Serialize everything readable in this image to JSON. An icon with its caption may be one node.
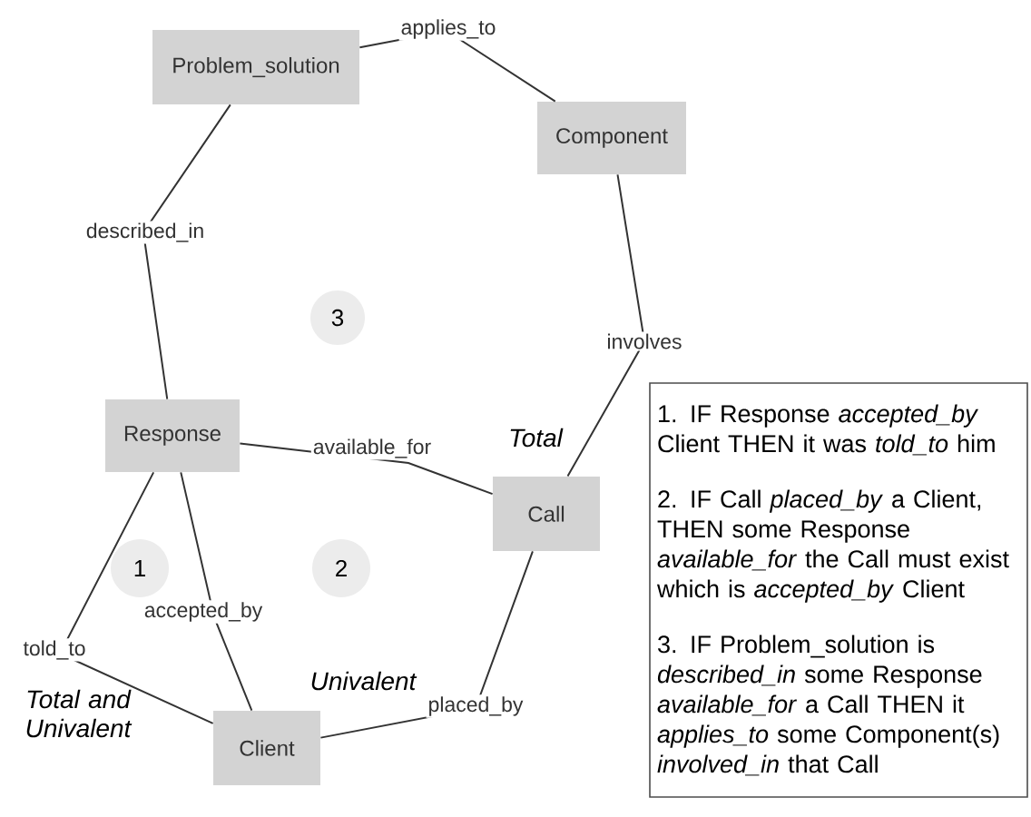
{
  "diagram": {
    "nodes": [
      {
        "text": [
          "Problem_solution"
        ]
      },
      {
        "text": [
          "Component"
        ]
      },
      {
        "text": [
          "3"
        ]
      },
      {
        "text": [
          "Response"
        ]
      },
      {
        "text": [
          "Call"
        ]
      },
      {
        "text": [
          "1"
        ]
      },
      {
        "text": [
          "2"
        ]
      },
      {
        "text": [
          "Client"
        ]
      },
      {
        "text": [
          "1. IF Response *accepted_by* Client THEN it was *told_to* him",
          "2. IF Call *placed_by* a Client, THEN some Response *available_for* the Call must exist which is *accepted_by* Client",
          "3. IF Problem_solution is *described_in* some Response *available_for* a Call THEN it *applies_to* some Component(s) *involved_in* that Call"
        ]
      }
    ],
    "edges": [
      {
        "from": 0,
        "to": 1,
        "arrow": "none",
        "label": "applies_to"
      },
      {
        "from": 0,
        "to": 3,
        "arrow": "none",
        "label": "described_in"
      },
      {
        "from": 1,
        "to": 4,
        "arrow": "none",
        "label": "involves"
      },
      {
        "from": 3,
        "to": 4,
        "arrow": "none",
        "label": "available_for"
      },
      {
        "from": 3,
        "to": 7,
        "arrow": "none",
        "label": "accepted_by"
      },
      {
        "from": 3,
        "to": 7,
        "arrow": "none",
        "label": "told_to"
      },
      {
        "from": 4,
        "to": 7,
        "arrow": "none",
        "label": "placed_by"
      }
    ],
    "labels": [
      "Total",
      "Univalent",
      "Total and Univalent"
    ]
  }
}
